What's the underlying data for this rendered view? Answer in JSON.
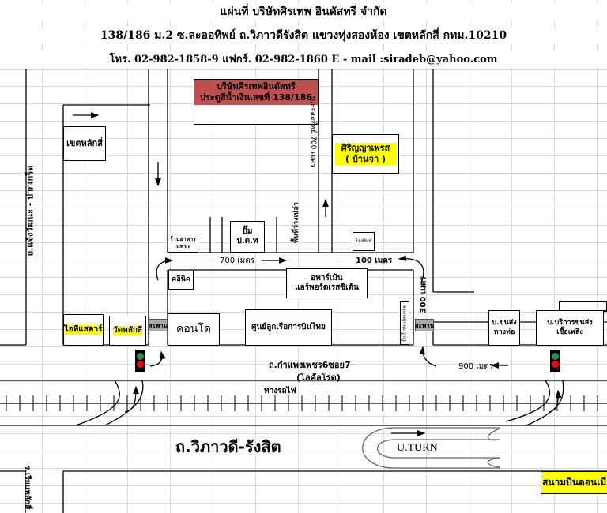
{
  "header": {
    "title": "แผ่นที่  บริษัทศิรเทพ อินดัสทรี จำกัด",
    "address": "138/186 ม.2 ซ.ละออทิพย์ ถ.วิภาวดีรังสิต แขวงทุ่งสองห้อง เขตหลักสี่ กทม.10210",
    "contact": "โทร. 02-982-1858-9 แฟกร์. 02-982-1860 E - mail :siradeb@yahoo.com"
  },
  "company": {
    "name": "บริษัทศิรเทพอินดัสทรี",
    "door": "ประตูสีน้ำเงินเลขที่ 138/186",
    "color": "#c0504d"
  },
  "landmarks": {
    "laksi_district": "เขตหลักสี่",
    "chaeng_watthana": "ถ.แจ้งวัฒนะ - ปากเกร็ด",
    "soi_la_or_thip": "ซ.ละออทิพย์ 700 เมตร",
    "sirinya": "ศิริญญาเพรส",
    "ban_ja": "( บ้านจา )",
    "restaurant_line1": "ร้านอาหาร",
    "restaurant_line2": "แพรว",
    "pump": "ปั๊ม ป.ต.ท",
    "rental_space": "พื้นที่ว่างเปล่า",
    "printing": "โรงพิมพ์",
    "dist_700": "700 เมตร",
    "dist_100": "100 เมตร",
    "dist_300": "300 เมตร",
    "dist_900": "900 เมตร",
    "clinic": "คลินิค",
    "apartment_line1": "อพาร์เม้น",
    "apartment_line2": "แอร์พอร์ตเรสซิเด้น",
    "tops": "ไอทีแสควร์",
    "wat_laksi": "วัดหลักสี่",
    "bridge": "สะพาน",
    "condo": "คอนโด",
    "thai_airways": "ศูนย์ลูกเรือการบินไทย",
    "vertical_small": "ปั๊มน้ำมันเบ็ดเตล็ด",
    "pipeline_1": "บ.ขนส่ง",
    "pipeline_2": "ทางท่อ",
    "fuel_1": "บ.บริการขนส่ง",
    "fuel_2": "เชื้อเพลิง",
    "kamphaeng_road": "ถ.กำแพงเพชร6ซอย7",
    "local_road": "(โลคัลโรด)",
    "railway": "ทางรถไฟ",
    "vibhavadi": "ถ.วิภาวดี-รังสิต",
    "uturn": "U.TURN",
    "school": "ร.เรียนหลักสี่",
    "don_mueang": "สนามบินดอนเมือง"
  },
  "colors": {
    "highlight": "#ffff00",
    "light_green": "#2e8b57",
    "light_red": "#ff0000"
  }
}
